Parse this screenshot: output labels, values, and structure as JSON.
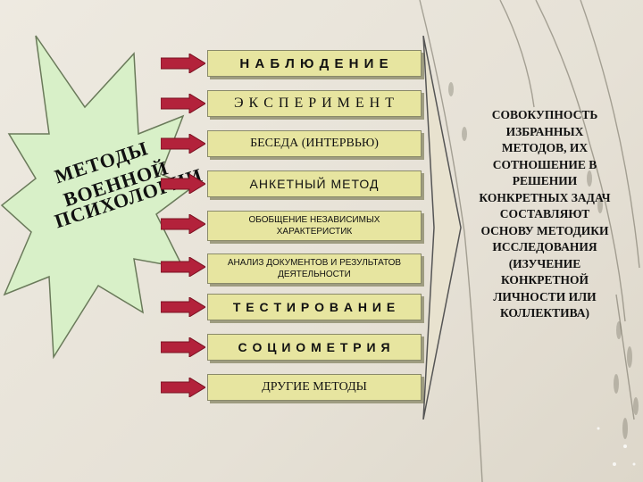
{
  "burst": {
    "lines": [
      "МЕТОДЫ",
      "ВОЕННОЙ",
      "ПСИХОЛОГИИ"
    ]
  },
  "methods": [
    "Н А Б Л Ю Д Е Н И Е",
    "Э К С П Е Р И М Е Н Т",
    "БЕСЕДА (ИНТЕРВЬЮ)",
    "АНКЕТНЫЙ МЕТОД",
    "ОБОБЩЕНИЕ НЕЗАВИСИМЫХ ХАРАКТЕРИСТИК",
    "АНАЛИЗ ДОКУМЕНТОВ И РЕЗУЛЬТАТОВ ДЕЯТЕЛЬНОСТИ",
    "Т Е С Т И Р О В А Н И Е",
    "С О Ц И О М Е Т Р И Я",
    "ДРУГИЕ МЕТОДЫ"
  ],
  "result_text": "СОВОКУПНОСТЬ ИЗБРАННЫХ МЕТОДОВ, ИХ СОТНОШЕНИЕ В РЕШЕНИИ КОНКРЕТНЫХ ЗАДАЧ СОСТАВЛЯЮТ ОСНОВУ МЕТОДИКИ ИССЛЕДОВАНИЯ (ИЗУЧЕНИЕ КОНКРЕТНОЙ ЛИЧНОСТИ ИЛИ КОЛЛЕКТИВА)",
  "colors": {
    "box_fill": "#e7e5a0",
    "arrow_fill": "#b3223b",
    "burst_fill": "#d8f0c8",
    "big_arrow_fill": "#e8e2cf"
  },
  "icons": {
    "method_arrow": "right-arrow-icon",
    "result_arrow": "chevron-right-icon"
  }
}
